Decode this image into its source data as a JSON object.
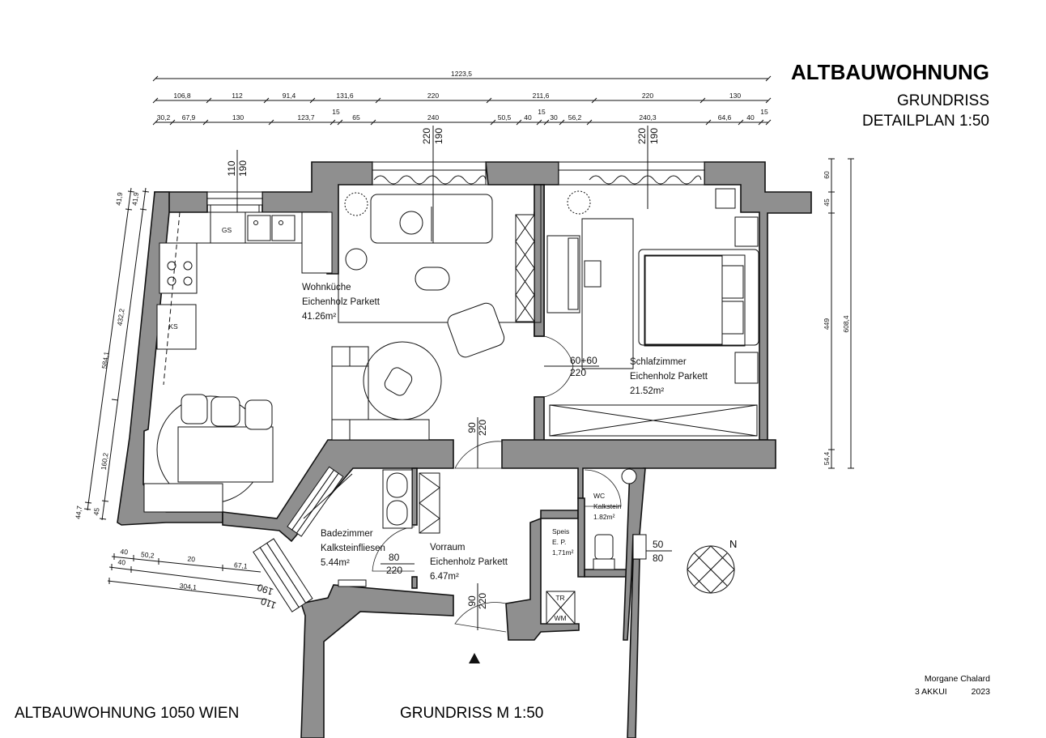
{
  "title": {
    "main": "ALTBAUWOHNUNG",
    "sub1": "GRUNDRISS",
    "sub2": "DETAILPLAN 1:50"
  },
  "footer": {
    "left": "ALTBAUWOHNUNG 1050 WIEN",
    "center": "GRUNDRISS M 1:50",
    "author": "Morgane Chalard",
    "class": "3 AKKUI",
    "year": "2023"
  },
  "dimensions": {
    "top_total": "1223,5",
    "top_row2": [
      "106,8",
      "112",
      "91,4",
      "131,6",
      "220",
      "211,6",
      "220",
      "130"
    ],
    "top_row3": [
      "30,2",
      "67,9",
      "130",
      "123,7",
      "15",
      "65",
      "240",
      "50,5",
      "40",
      "15",
      "30",
      "56,2",
      "240,3",
      "64,6",
      "40",
      "15"
    ],
    "right_row1": [
      "60",
      "45",
      "449",
      "54,4"
    ],
    "right_total": "608,4",
    "left_outer": [
      "41,9",
      "584,1",
      "44,7"
    ],
    "left_inner": [
      "41,9",
      "432,2",
      "160,2",
      "45"
    ],
    "bottom_left_row1": [
      "40",
      "50,2",
      "20",
      "67,1"
    ],
    "bottom_left_row2": [
      "40"
    ],
    "bottom_left_total": "304,1",
    "bottom_left_window": [
      "190",
      "110"
    ],
    "kitchen_window": [
      "110",
      "190"
    ],
    "living_window": [
      "220",
      "190"
    ],
    "bedroom_window": [
      "220",
      "190"
    ],
    "door_living": [
      "90",
      "220"
    ],
    "door_entry": [
      "90",
      "220"
    ],
    "door_bedroom": [
      "60+60",
      "220"
    ],
    "door_bath": [
      "80",
      "220"
    ],
    "window_wc": [
      "50",
      "80"
    ]
  },
  "rooms": [
    {
      "name": "Wohnküche",
      "floor": "Eichenholz Parkett",
      "area": "41.26m²"
    },
    {
      "name": "Schlafzimmer",
      "floor": "Eichenholz Parkett",
      "area": "21.52m²"
    },
    {
      "name": "Badezimmer",
      "floor": "Kalksteinfliesen",
      "area": "5.44m²"
    },
    {
      "name": "Vorraum",
      "floor": "Eichenholz Parkett",
      "area": "6.47m²"
    },
    {
      "name": "Speis",
      "floor": "E. P.",
      "area": "1,71m²"
    },
    {
      "name": "WC",
      "floor": "Kalkstein",
      "area": "1.82m²"
    }
  ],
  "appliances": {
    "dishwasher": "GS",
    "fridge": "KS",
    "dryer": "TR",
    "washer": "WM"
  },
  "compass": {
    "label": "N"
  }
}
